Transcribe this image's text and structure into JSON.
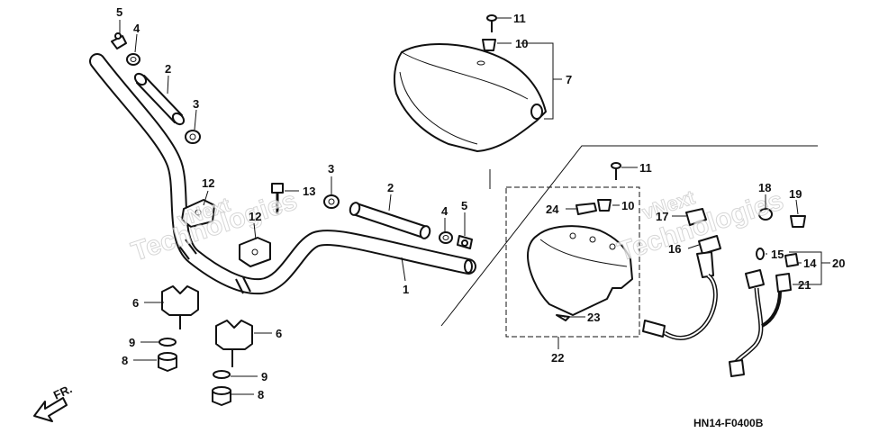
{
  "diagram": {
    "part_code": "HN14-F0400B",
    "direction_label": "FR.",
    "watermark": [
      "vNext",
      "Technologies"
    ],
    "callouts": [
      {
        "id": "c5a",
        "text": "5"
      },
      {
        "id": "c4a",
        "text": "4"
      },
      {
        "id": "c2a",
        "text": "2"
      },
      {
        "id": "c3a",
        "text": "3"
      },
      {
        "id": "c11a",
        "text": "11"
      },
      {
        "id": "c10a",
        "text": "10"
      },
      {
        "id": "c7",
        "text": "7"
      },
      {
        "id": "c12a",
        "text": "12"
      },
      {
        "id": "c12b",
        "text": "12"
      },
      {
        "id": "c13",
        "text": "13"
      },
      {
        "id": "c3b",
        "text": "3"
      },
      {
        "id": "c2b",
        "text": "2"
      },
      {
        "id": "c4b",
        "text": "4"
      },
      {
        "id": "c5b",
        "text": "5"
      },
      {
        "id": "c1",
        "text": "1"
      },
      {
        "id": "c6a",
        "text": "6"
      },
      {
        "id": "c9a",
        "text": "9"
      },
      {
        "id": "c8a",
        "text": "8"
      },
      {
        "id": "c6b",
        "text": "6"
      },
      {
        "id": "c9b",
        "text": "9"
      },
      {
        "id": "c8b",
        "text": "8"
      },
      {
        "id": "c11b",
        "text": "11"
      },
      {
        "id": "c24",
        "text": "24"
      },
      {
        "id": "c10b",
        "text": "10"
      },
      {
        "id": "c17",
        "text": "17"
      },
      {
        "id": "c16",
        "text": "16"
      },
      {
        "id": "c18",
        "text": "18"
      },
      {
        "id": "c19",
        "text": "19"
      },
      {
        "id": "c15",
        "text": "15"
      },
      {
        "id": "c14",
        "text": "14"
      },
      {
        "id": "c20",
        "text": "20"
      },
      {
        "id": "c21",
        "text": "21"
      },
      {
        "id": "c23",
        "text": "23"
      },
      {
        "id": "c22",
        "text": "22"
      }
    ]
  }
}
